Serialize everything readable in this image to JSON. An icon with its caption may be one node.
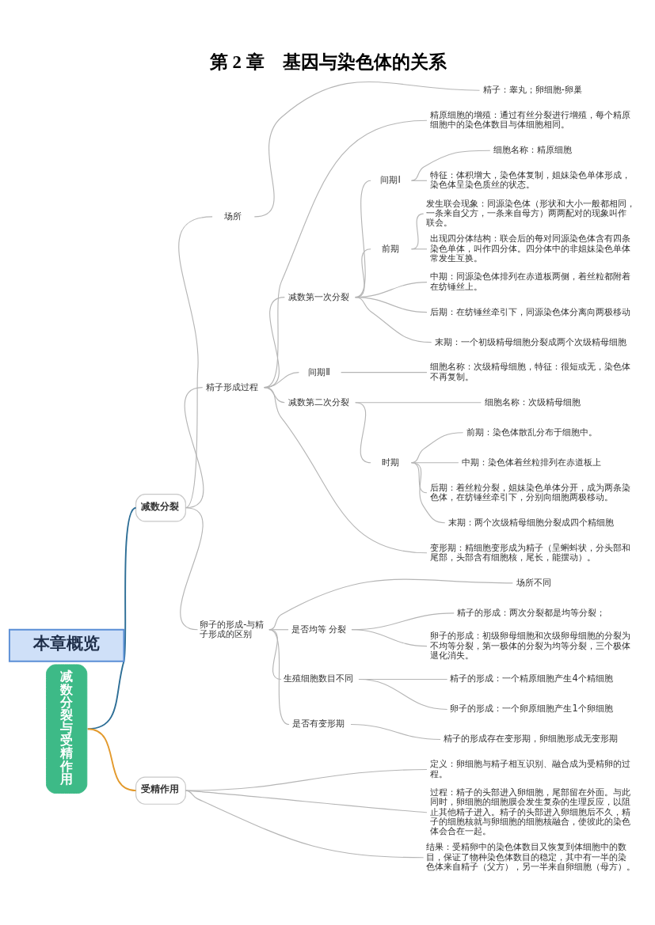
{
  "diagram": {
    "title": "第 2 章　基因与染色体的关系",
    "nodes": [
      {
        "text": [
          "本章概览"
        ]
      },
      {
        "text": [
          "减数分裂与受精作用"
        ]
      },
      {
        "text": [
          "减数分裂"
        ]
      },
      {
        "text": [
          "场所"
        ]
      },
      {
        "text": [
          "精子：睾丸；卵细胞-卵巢"
        ]
      },
      {
        "text": [
          "精子形成过程"
        ]
      },
      {
        "text": [
          "精原细胞的增殖：通过有丝分裂进行增殖，每个精原细胞中的染色体数目与体细胞相同。"
        ]
      },
      {
        "text": [
          "减数第一次分裂"
        ]
      },
      {
        "text": [
          "间期Ⅰ"
        ]
      },
      {
        "text": [
          "细胞名称：精原细胞"
        ]
      },
      {
        "text": [
          "特征：体积增大，染色体复制，姐妹染色单体形成，染色体呈染色质丝的状态。"
        ]
      },
      {
        "text": [
          "前期"
        ]
      },
      {
        "text": [
          "发生联会现象：同源染色体（形状和大小一般都相同，一条来自父方，一条来自母方）两两配对的现象叫作联会。"
        ]
      },
      {
        "text": [
          "出现四分体结构：联会后的每对同源染色体含有四条染色单体，叫作四分体。四分体中的非姐妹染色单体常发生互换。"
        ]
      },
      {
        "text": [
          "中期：同源染色体排列在赤道板两侧，着丝粒都附着在纺锤丝上。"
        ]
      },
      {
        "text": [
          "后期：在纺锤丝牵引下，同源染色体分离向两极移动"
        ]
      },
      {
        "text": [
          "末期：一个初级精母细胞分裂成两个次级精母细胞"
        ]
      },
      {
        "text": [
          "间期Ⅱ"
        ]
      },
      {
        "text": [
          "细胞名称：次级精母细胞，特征：很短或无，染色体不再复制。"
        ]
      },
      {
        "text": [
          "减数第二次分裂"
        ]
      },
      {
        "text": [
          "细胞名称：次级精母细胞"
        ]
      },
      {
        "text": [
          "时期"
        ]
      },
      {
        "text": [
          "前期：染色体散乱分布于细胞中。"
        ]
      },
      {
        "text": [
          "中期：染色体着丝粒排列在赤道板上"
        ]
      },
      {
        "text": [
          "后期：着丝粒分裂，姐妹染色单体分开，成为两条染色体，在纺锤丝牵引下，分别向细胞两极移动。"
        ]
      },
      {
        "text": [
          "末期：两个次级精母细胞分裂成四个精细胞"
        ]
      },
      {
        "text": [
          "变形期：精细胞变形成为精子（呈蝌蚪状，分头部和尾部，头部含有细胞核，尾长，能摆动）。"
        ]
      },
      {
        "text": [
          "卵子的形成-与精子形成的区别"
        ]
      },
      {
        "text": [
          "场所不同"
        ]
      },
      {
        "text": [
          "是否均等 分裂"
        ]
      },
      {
        "text": [
          "精子的形成：两次分裂都是均等分裂；"
        ]
      },
      {
        "text": [
          "卵子的形成：初级卵母细胞和次级卵母细胞的分裂为不均等分裂，第一极体的分裂为均等分裂，三个极体退化消失。"
        ]
      },
      {
        "text": [
          "生殖细胞数目不同"
        ]
      },
      {
        "text": [
          "精子的形成：一个精原细胞产生4个精细胞"
        ]
      },
      {
        "text": [
          "卵子的形成：一个卵原细胞产生1个卵细胞"
        ]
      },
      {
        "text": [
          "是否有变形期"
        ]
      },
      {
        "text": [
          "精子的形成存在变形期，卵细胞形成无变形期"
        ]
      },
      {
        "text": [
          "受精作用"
        ]
      },
      {
        "text": [
          "定义：卵细胞与精子相互识别、融合成为受精卵的过程。"
        ]
      },
      {
        "text": [
          "过程：精子的头部进入卵细胞，尾部留在外面。与此同时，卵细胞的细胞膜会发生复杂的生理反应，以阻止其他精子进入。精子的头部进入卵细胞后不久，精子的细胞核就与卵细胞的细胞核融合，使彼此的染色体会合在一起。"
        ]
      },
      {
        "text": [
          "结果：受精卵中的染色体数目又恢复到体细胞中的数目，保证了物种染色体数目的稳定，其中有一半的染色体来自精子（父方），另一半来自卵细胞（母方）。"
        ]
      }
    ],
    "edges": [
      {
        "from": 1,
        "to": 2,
        "arrow": "none",
        "color": "#2d6e96"
      },
      {
        "from": 2,
        "to": 3,
        "arrow": "none"
      },
      {
        "from": 3,
        "to": 4,
        "arrow": "none"
      },
      {
        "from": 2,
        "to": 5,
        "arrow": "none"
      },
      {
        "from": 5,
        "to": 6,
        "arrow": "none"
      },
      {
        "from": 5,
        "to": 7,
        "arrow": "none"
      },
      {
        "from": 7,
        "to": 8,
        "arrow": "none"
      },
      {
        "from": 8,
        "to": 9,
        "arrow": "none"
      },
      {
        "from": 8,
        "to": 10,
        "arrow": "none"
      },
      {
        "from": 7,
        "to": 11,
        "arrow": "none"
      },
      {
        "from": 11,
        "to": 12,
        "arrow": "none"
      },
      {
        "from": 11,
        "to": 13,
        "arrow": "none"
      },
      {
        "from": 7,
        "to": 14,
        "arrow": "none"
      },
      {
        "from": 7,
        "to": 15,
        "arrow": "none"
      },
      {
        "from": 7,
        "to": 16,
        "arrow": "none"
      },
      {
        "from": 5,
        "to": 17,
        "arrow": "none"
      },
      {
        "from": 17,
        "to": 18,
        "arrow": "none"
      },
      {
        "from": 5,
        "to": 19,
        "arrow": "none"
      },
      {
        "from": 19,
        "to": 20,
        "arrow": "none"
      },
      {
        "from": 19,
        "to": 21,
        "arrow": "none"
      },
      {
        "from": 21,
        "to": 22,
        "arrow": "none"
      },
      {
        "from": 21,
        "to": 23,
        "arrow": "none"
      },
      {
        "from": 21,
        "to": 24,
        "arrow": "none"
      },
      {
        "from": 21,
        "to": 25,
        "arrow": "none"
      },
      {
        "from": 5,
        "to": 26,
        "arrow": "none"
      },
      {
        "from": 2,
        "to": 27,
        "arrow": "none"
      },
      {
        "from": 27,
        "to": 28,
        "arrow": "none"
      },
      {
        "from": 27,
        "to": 29,
        "arrow": "none"
      },
      {
        "from": 29,
        "to": 30,
        "arrow": "none"
      },
      {
        "from": 29,
        "to": 31,
        "arrow": "none"
      },
      {
        "from": 27,
        "to": 32,
        "arrow": "none"
      },
      {
        "from": 32,
        "to": 33,
        "arrow": "none"
      },
      {
        "from": 32,
        "to": 34,
        "arrow": "none"
      },
      {
        "from": 27,
        "to": 35,
        "arrow": "none"
      },
      {
        "from": 35,
        "to": 36,
        "arrow": "none"
      },
      {
        "from": 1,
        "to": 37,
        "arrow": "none",
        "color": "#e39a2d"
      },
      {
        "from": 37,
        "to": 38,
        "arrow": "none"
      },
      {
        "from": 37,
        "to": 39,
        "arrow": "none"
      },
      {
        "from": 37,
        "to": 40,
        "arrow": "none"
      }
    ]
  }
}
